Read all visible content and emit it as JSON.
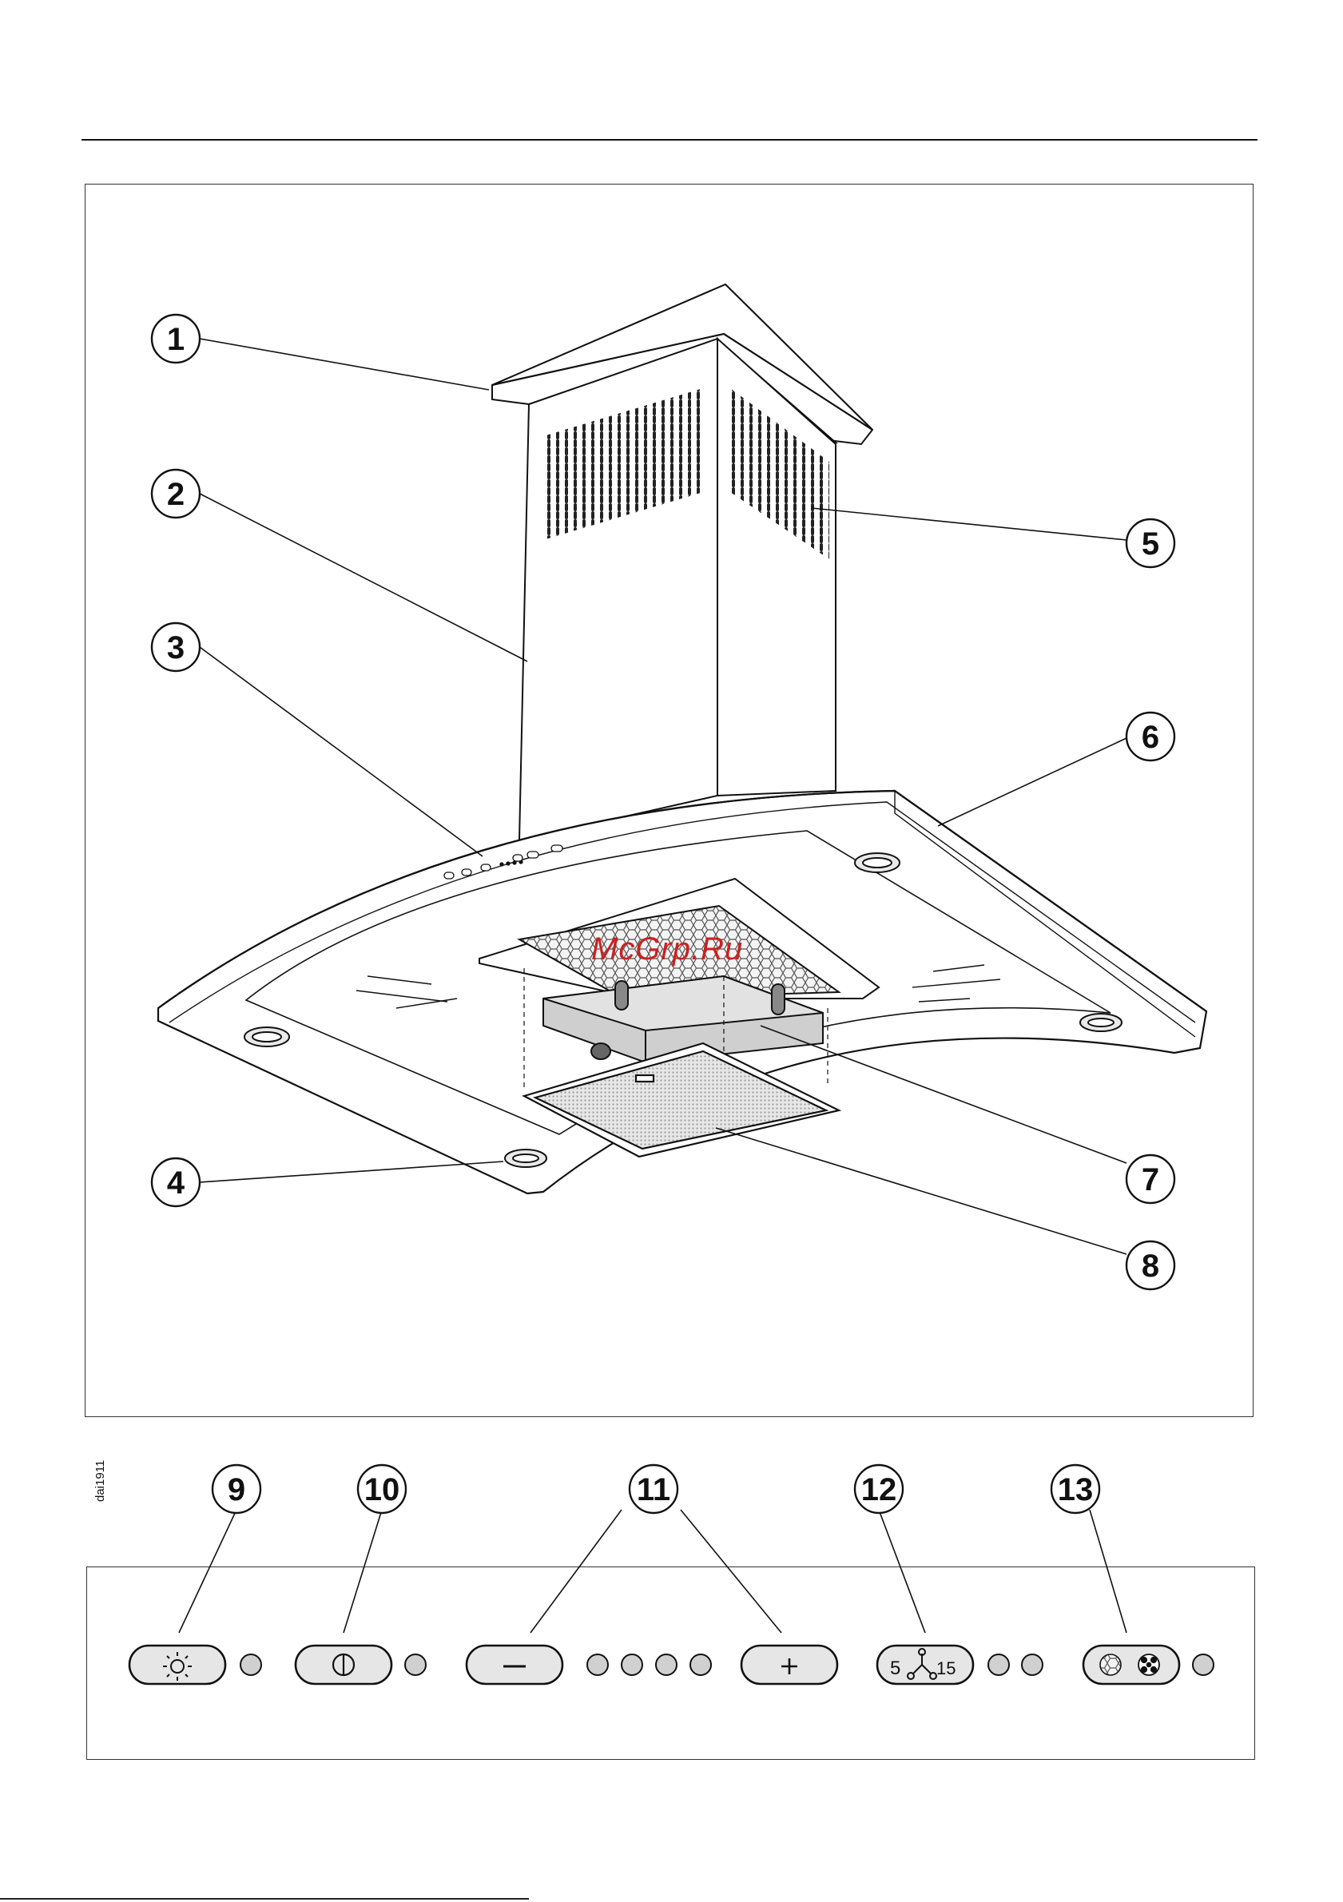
{
  "document": {
    "code": "dai1911",
    "watermark": "McGrp.Ru"
  },
  "callouts": [
    "1",
    "2",
    "3",
    "4",
    "5",
    "6",
    "7",
    "8",
    "9",
    "10",
    "11",
    "12",
    "13"
  ],
  "control_panel": {
    "fan_button": {
      "left_value": "5",
      "right_value": "15"
    },
    "buttons": [
      {
        "icon": "light-icon"
      },
      {
        "icon": "power-icon"
      },
      {
        "icon": "minus-icon"
      },
      {
        "icon": "plus-icon"
      },
      {
        "icon": "fan-run-on-icon"
      },
      {
        "icon": "filter-reset-icon"
      }
    ],
    "indicator_color": "#d0d0d0"
  }
}
